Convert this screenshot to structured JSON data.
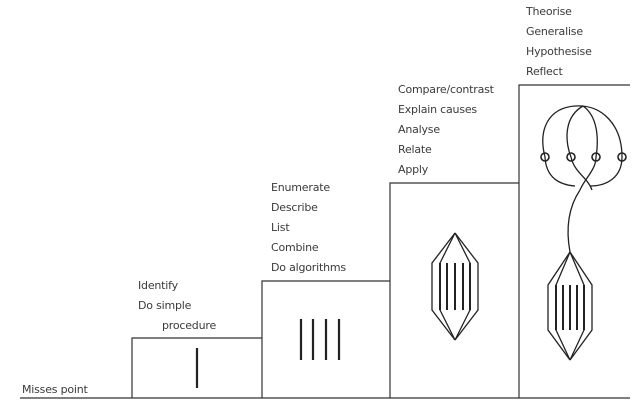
{
  "levels": [
    {
      "lines": [
        "Misses point"
      ]
    },
    {
      "lines": [
        "Identify",
        "Do simple",
        "procedure"
      ]
    },
    {
      "lines": [
        "Enumerate",
        "Describe",
        "List",
        "Combine",
        "Do algorithms"
      ]
    },
    {
      "lines": [
        "Compare/contrast",
        "Explain causes",
        "Analyse",
        "Relate",
        "Apply"
      ]
    },
    {
      "lines": [
        "Theorise",
        "Generalise",
        "Hypothesise",
        "Reflect"
      ]
    }
  ],
  "colors": {
    "ink": "#333333",
    "text": "#3a3a3a",
    "background": "#ffffff"
  }
}
